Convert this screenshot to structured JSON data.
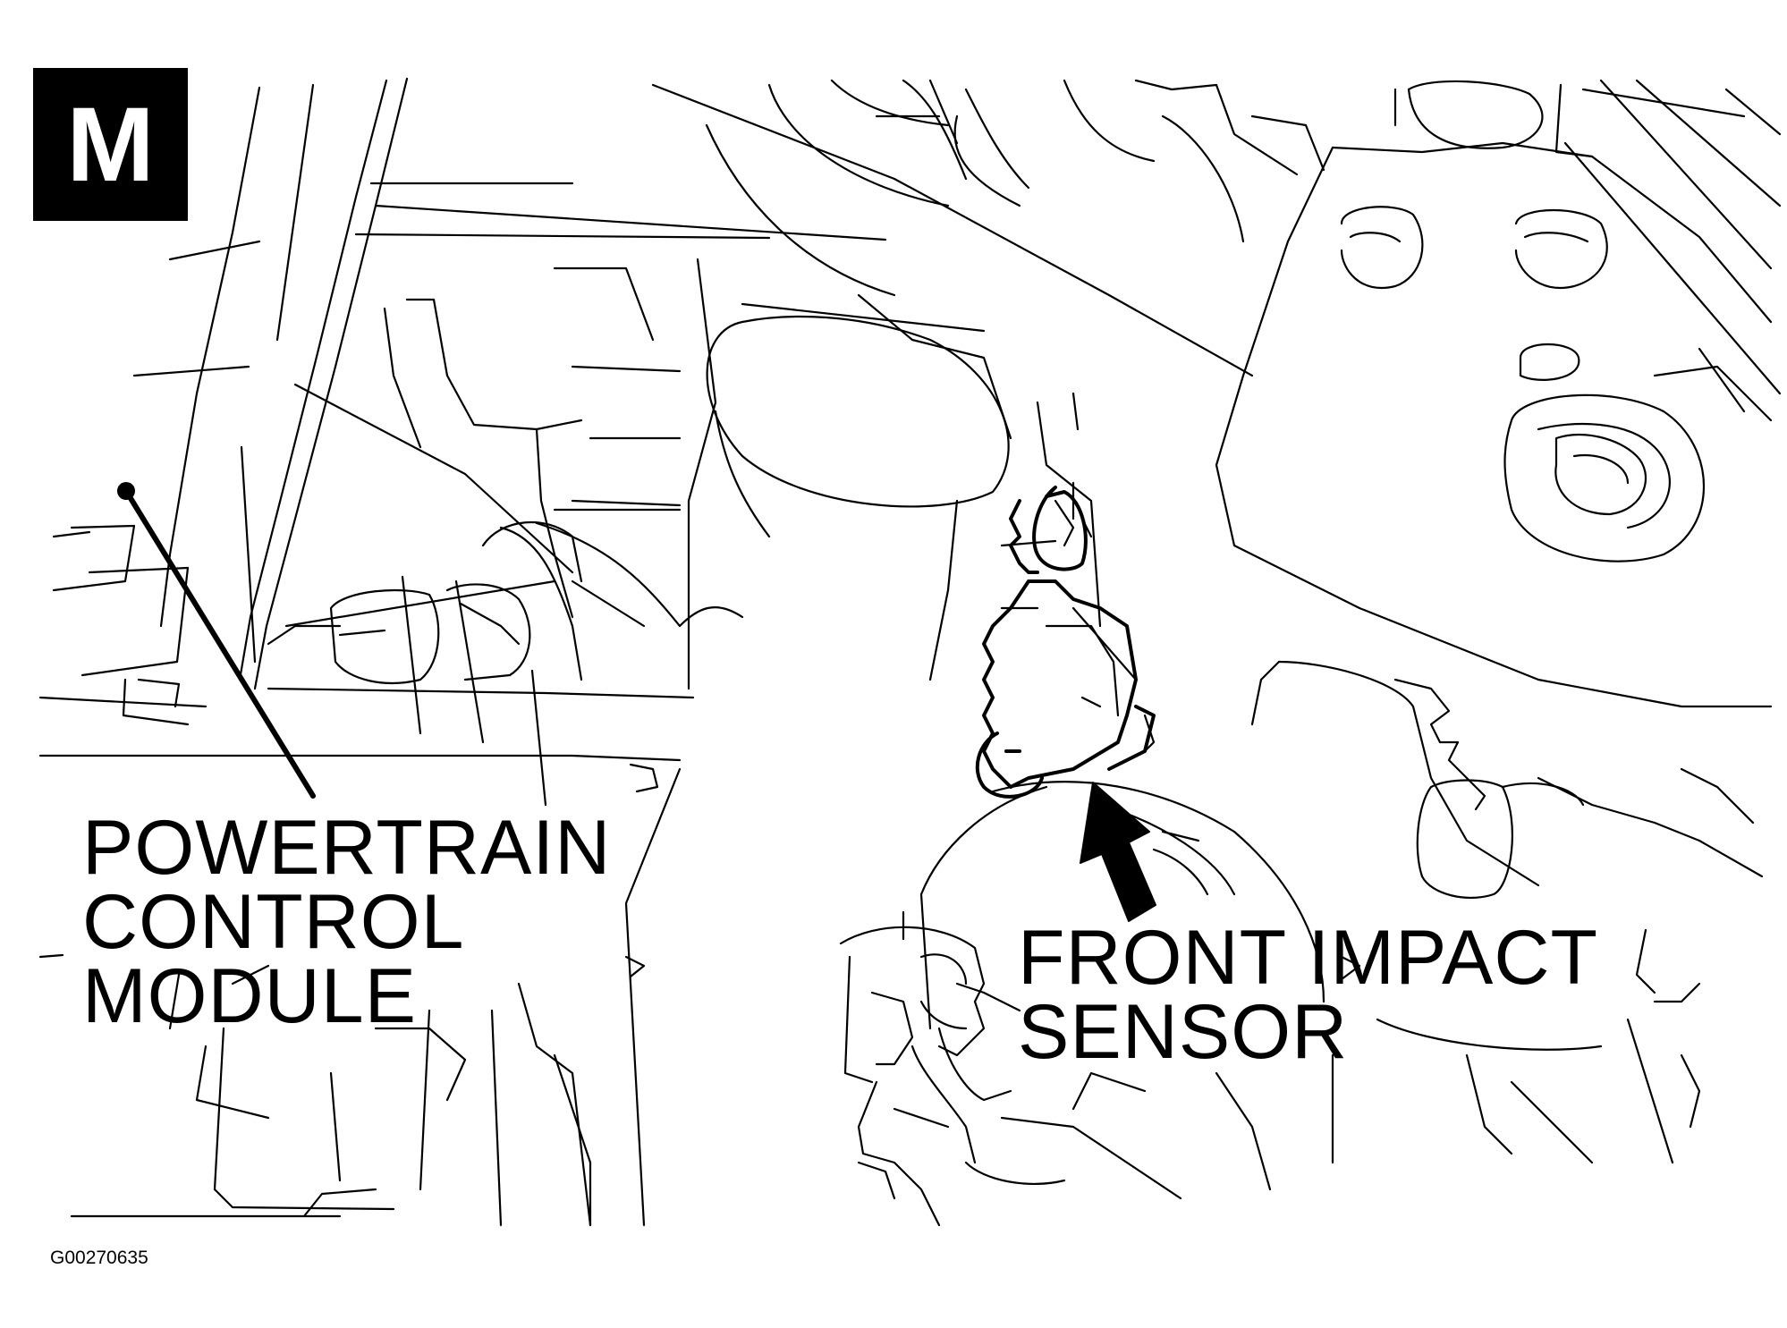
{
  "diagram": {
    "badge_letter": "M",
    "callouts": [
      {
        "id": "pcm",
        "lines": [
          "POWERTRAIN",
          "CONTROL",
          "MODULE"
        ]
      },
      {
        "id": "front-impact-sensor",
        "lines": [
          "FRONT IMPACT",
          "SENSOR"
        ]
      }
    ],
    "figure_id": "G00270635",
    "colors": {
      "ink": "#000000",
      "paper": "#ffffff"
    }
  }
}
